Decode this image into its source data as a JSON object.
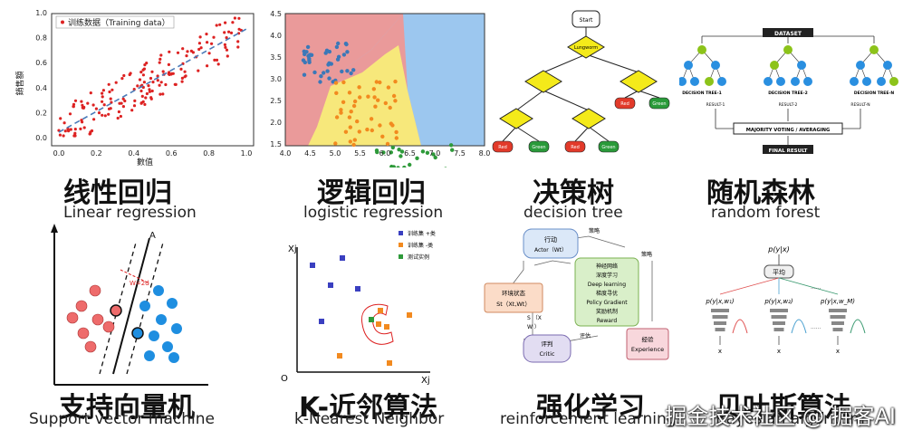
{
  "panels": {
    "linear": {
      "cn": "线性回归",
      "en": "Linear regression",
      "legend": "训练数据（Training data）",
      "xlabel": "數值",
      "ylabel": "銷售額",
      "xticks": [
        "0.0",
        "0.2",
        "0.4",
        "0.6",
        "0.8",
        "1.0"
      ],
      "yticks": [
        "0.0",
        "0.2",
        "0.4",
        "0.6",
        "0.8",
        "1.0"
      ]
    },
    "logistic": {
      "cn": "逻辑回归",
      "en": "logistic regression",
      "xticks": [
        "4.0",
        "4.5",
        "5.0",
        "5.5",
        "6.0",
        "6.5",
        "7.0",
        "7.5",
        "8.0"
      ],
      "yticks": [
        "1.5",
        "2.0",
        "2.5",
        "3.0",
        "3.5",
        "4.0",
        "4.5"
      ]
    },
    "tree": {
      "cn": "决策树",
      "en": "decision tree",
      "start": "Start",
      "root": "Lungworm",
      "red": "Red",
      "green": "Green"
    },
    "forest": {
      "cn": "随机森林",
      "en": "random forest",
      "dataset": "DATASET",
      "voting": "MAJORITY VOTING / AVERAGING",
      "final": "FINAL RESULT",
      "trees": [
        "DECISION TREE-1",
        "DECISION TREE-2",
        "DECISION TREE-N"
      ],
      "results": [
        "RESULT-1",
        "RESULT-2",
        "RESULT-N"
      ]
    },
    "svm": {
      "cn": "支持向量机",
      "en": "Support vector machine",
      "a": "A",
      "w": "W=2d"
    },
    "knn": {
      "cn": "K-近邻算法",
      "en": "k-Nearest Neighbor",
      "legend": [
        "训练集 +类",
        "训练集 -类",
        "测试实例"
      ],
      "xaxis": "Xj",
      "yaxis": "Xj",
      "origin": "O"
    },
    "rl": {
      "cn": "强化学习",
      "en": "reinforcement learning",
      "actor": "行动",
      "actor2": "Actor（Wt）",
      "policy": "策略",
      "policy2": "策略",
      "net": [
        "神经网络",
        "深度学习",
        "Deep learning",
        "梯度寻优",
        "Policy Gradient",
        "奖励机制",
        "Reward"
      ],
      "env": [
        "环境状态",
        "St（Xt,Wt）"
      ],
      "critic": [
        "评判",
        "Critic"
      ],
      "eval": "评估",
      "exp": [
        "经验",
        "Experience"
      ],
      "sx": "S  （X",
      "wt": "W  ）"
    },
    "bayes": {
      "cn": "贝叶斯算法",
      "en": "Bayesian algorithm",
      "top": "p(y|x)",
      "avg": "平均",
      "p": [
        "p(y|x,w₁)",
        "p(y|x,w₂)",
        "p(y|x,w_M)"
      ],
      "x": "x",
      "dots": "......"
    }
  },
  "watermark": "掘金技术社区 @ 掘客AI",
  "colors": {
    "red": "#dd2222",
    "blue": "#3b78b8",
    "orange": "#f28a1f",
    "green": "#2e9a3a",
    "region_red": "#ea9a9a",
    "region_yellow": "#f7e87b",
    "region_blue": "#9cc7ef",
    "diamond": "#f4ea1a",
    "leaf_red": "#e23a2a",
    "leaf_green": "#2a9a3a",
    "forest_blue": "#2a8fe0",
    "forest_green": "#8cc31a"
  }
}
